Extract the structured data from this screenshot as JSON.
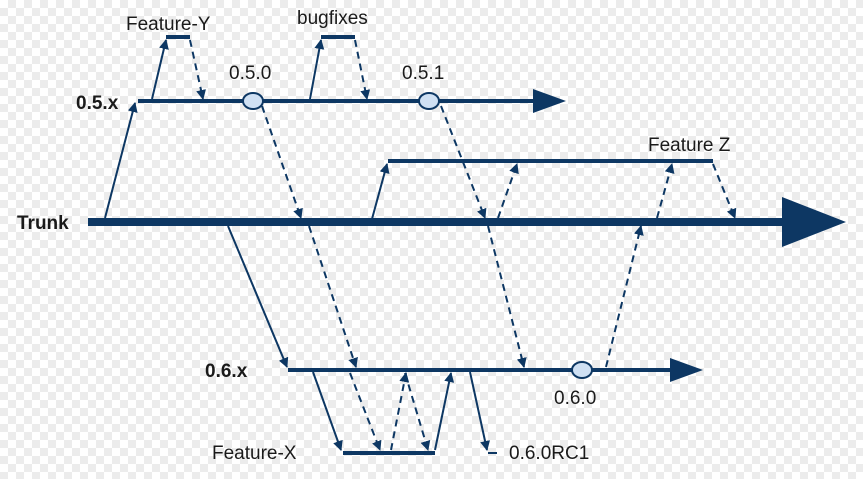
{
  "diagram": {
    "branches": {
      "trunk": "Trunk",
      "v05": "0.5.x",
      "v06": "0.6.x"
    },
    "features": {
      "y": "Feature-Y",
      "bugfixes": "bugfixes",
      "z": "Feature Z",
      "x": "Feature-X"
    },
    "tags": {
      "t050": "0.5.0",
      "t051": "0.5.1",
      "t060": "0.6.0",
      "t060rc1": "0.6.0RC1"
    },
    "colors": {
      "line": "#0d3763",
      "tag_fill": "#cfe0f3"
    }
  }
}
